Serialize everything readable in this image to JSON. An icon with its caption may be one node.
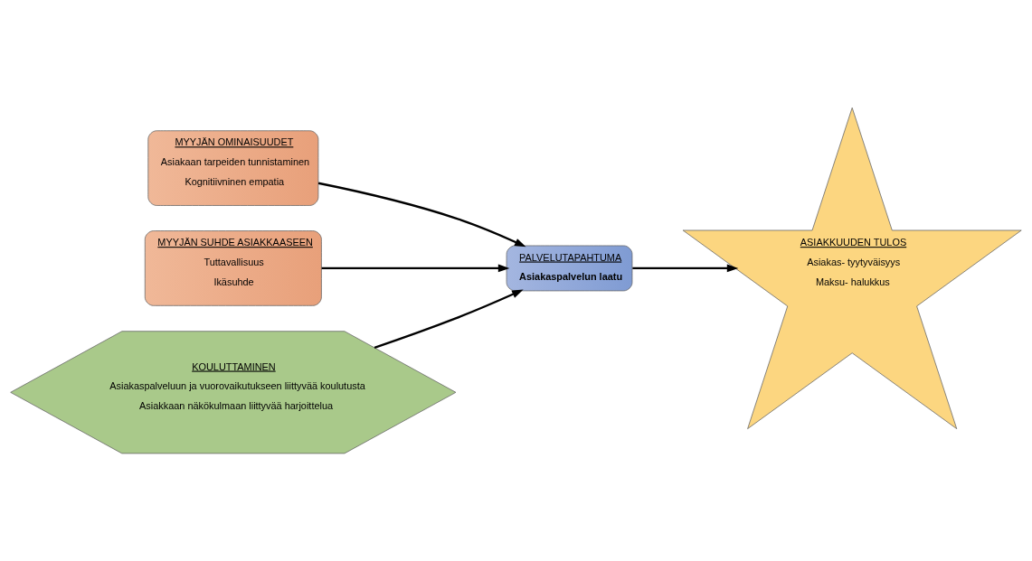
{
  "diagram": {
    "nodes": [
      {
        "text": [
          "MYYJÄN OMINAISUUDET",
          "Asiakaan tarpeiden tunnistaminen",
          "Kognitiivninen empatia"
        ]
      },
      {
        "text": [
          "MYYJÄN SUHDE ASIAKKAASEEN",
          "Tuttavallisuus",
          "Ikäsuhde"
        ]
      },
      {
        "text": [
          "KOULUTTAMINEN",
          "Asiakaspalveluun ja vuorovaikutukseen liittyvää koulutusta",
          "Asiakkaan näkökulmaan liittyvää harjoittelua"
        ]
      },
      {
        "text": [
          "PALVELUTAPAHTUMA",
          "Asiakaspalvelun laatu"
        ]
      },
      {
        "text": [
          "ASIAKKUUDEN TULOS",
          "Asiakas- tyytyväisyys",
          "Maksu- halukkus"
        ]
      }
    ],
    "edges": [
      {
        "from": 2,
        "to": 3,
        "arrow": "to"
      },
      {
        "from": 0,
        "to": 3,
        "arrow": "to"
      },
      {
        "from": 1,
        "to": 3,
        "arrow": "to"
      },
      {
        "from": 3,
        "to": 4,
        "arrow": "to"
      }
    ]
  }
}
